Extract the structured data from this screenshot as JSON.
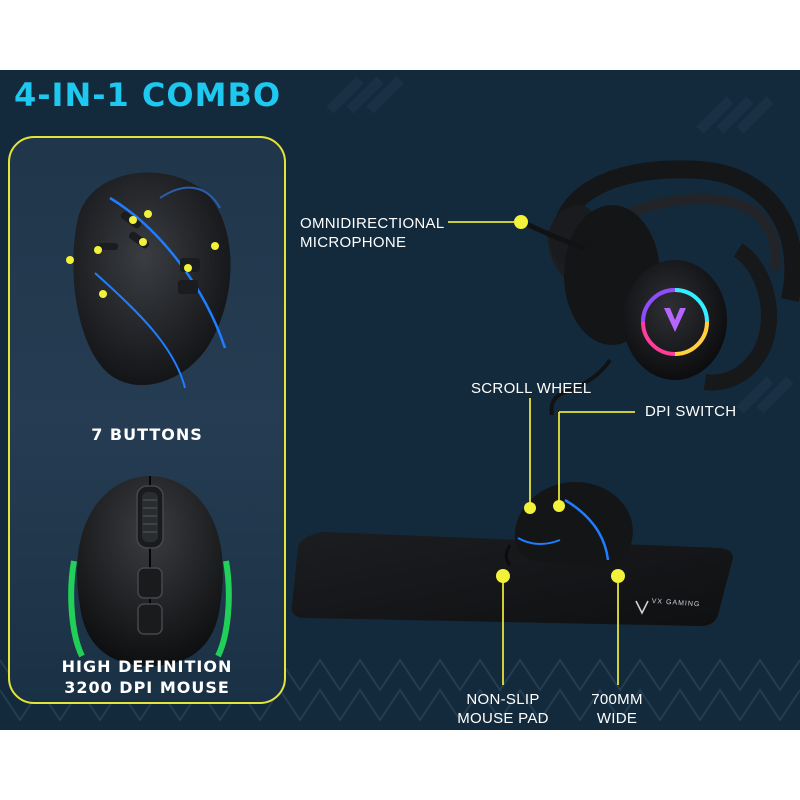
{
  "title": "4-IN-1 COMBO",
  "left_panel": {
    "top_label": "7 BUTTONS",
    "bottom_label_line1": "HIGH DEFINITION",
    "bottom_label_line2": "3200 DPI MOUSE"
  },
  "callouts": {
    "microphone_line1": "OMNIDIRECTIONAL",
    "microphone_line2": "MICROPHONE",
    "scroll_wheel": "SCROLL WHEEL",
    "dpi_switch": "DPI SWITCH",
    "mouse_pad_line1": "NON-SLIP",
    "mouse_pad_line2": "MOUSE PAD",
    "width_line1": "700MM",
    "width_line2": "WIDE"
  },
  "mousepad_logo": "VX GAMING",
  "colors": {
    "background": "#132a3c",
    "accent_yellow": "#e3e43a",
    "title_cyan": "#1ec8ee",
    "mouse_light_blue": "#1f7dff",
    "mouse_light_green": "#22e05a"
  }
}
